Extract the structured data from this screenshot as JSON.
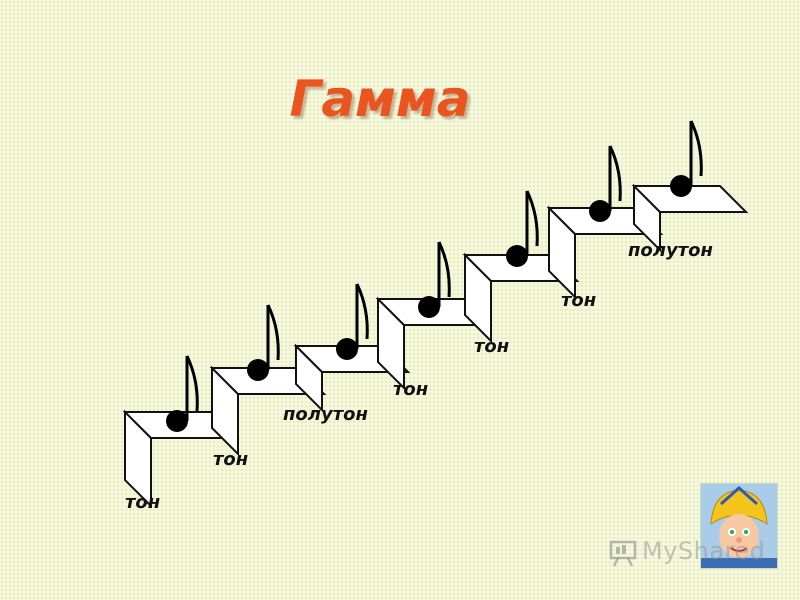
{
  "title": "Гамма",
  "colors": {
    "title": "#e9541f",
    "step_stroke": "#111111",
    "step_face": "#ffffff",
    "note": "#000000"
  },
  "steps": [
    {
      "note": "note",
      "label": "тон"
    },
    {
      "note": "note",
      "label": "тон"
    },
    {
      "note": "note",
      "label": "полутон"
    },
    {
      "note": "note",
      "label": "тон"
    },
    {
      "note": "note",
      "label": "тон"
    },
    {
      "note": "note",
      "label": "тон"
    },
    {
      "note": "note",
      "label": "полутон"
    },
    {
      "note": "note",
      "label": ""
    }
  ],
  "watermark": {
    "text": "MyShared",
    "icon": "presentation-board-icon"
  },
  "mascot": {
    "icon": "cartoon-character-icon"
  }
}
